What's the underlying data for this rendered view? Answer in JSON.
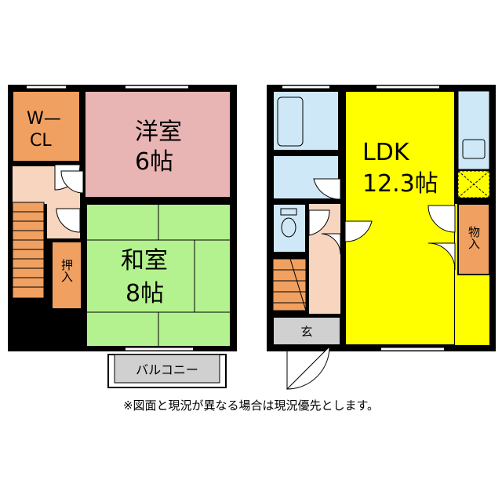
{
  "floor_plan": {
    "second_floor": {
      "walk_in_closet": {
        "line1": "W—",
        "line2": "CL"
      },
      "western_room": {
        "name": "洋室",
        "size": "6帖"
      },
      "japanese_room": {
        "name": "和室",
        "size": "8帖"
      },
      "closet": {
        "label": "押入"
      },
      "balcony": {
        "label": "バルコニー"
      }
    },
    "first_floor": {
      "ldk": {
        "name": "LDK",
        "size": "12.3帖"
      },
      "storage": {
        "label": "物入"
      },
      "entrance": {
        "label": "玄"
      }
    },
    "colors": {
      "western_room": "#e8b4b4",
      "japanese_room": "#b3f28e",
      "closet": "#f0a060",
      "floor": "#f7d5bf",
      "ldk": "#ffff00",
      "wet_area": "#cfe8f7",
      "entrance": "#d0d0d0",
      "wall": "#000000"
    }
  },
  "note": "※図面と現況が異なる場合は現況優先とします。"
}
